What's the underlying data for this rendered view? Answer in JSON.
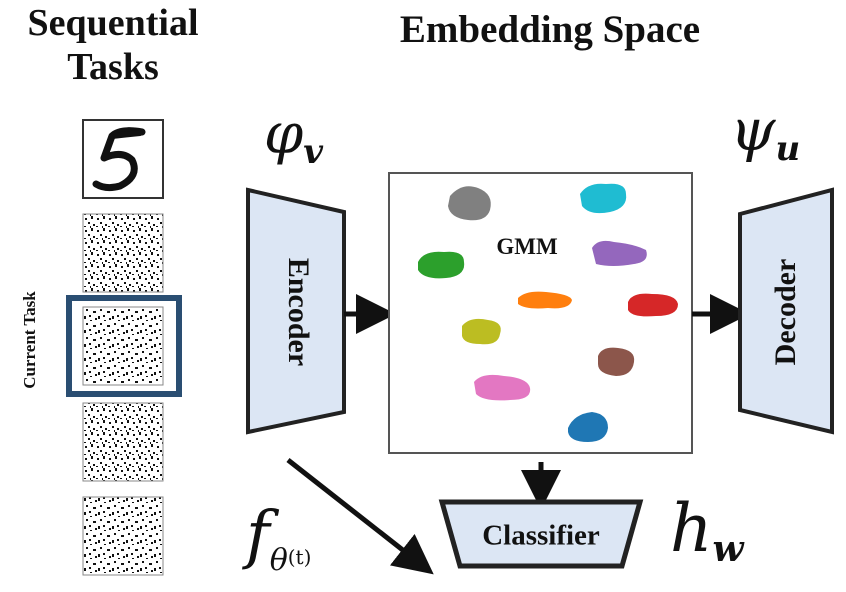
{
  "titles": {
    "sequential_line1": "Sequential",
    "sequential_line2": "Tasks",
    "embedding_space": "Embedding Space",
    "current_task": "Current Task"
  },
  "blocks": {
    "encoder": "Encoder",
    "decoder": "Decoder",
    "classifier": "Classifier",
    "gmm": "GMM"
  },
  "math_labels": {
    "encoder_symbol": "φ",
    "encoder_subscript": "v",
    "decoder_symbol": "ψ",
    "decoder_subscript": "u",
    "feature_symbol": "f",
    "feature_subscript": "θ",
    "feature_superscript": "(t)",
    "classifier_symbol": "h",
    "classifier_subscript": "w"
  },
  "colors": {
    "block_fill": "#dce6f4",
    "block_stroke": "#222222",
    "highlight_box": "#2a4e72",
    "clusters": [
      "#808080",
      "#1fbcd2",
      "#2ca02c",
      "#9467bd",
      "#ff7f0e",
      "#d62728",
      "#bcbd22",
      "#8c564b",
      "#e377c2",
      "#1f77b4"
    ]
  },
  "task_images": [
    "mnist-digit-5",
    "permuted-mnist-1",
    "permuted-mnist-2-current",
    "permuted-mnist-3",
    "permuted-mnist-4"
  ]
}
